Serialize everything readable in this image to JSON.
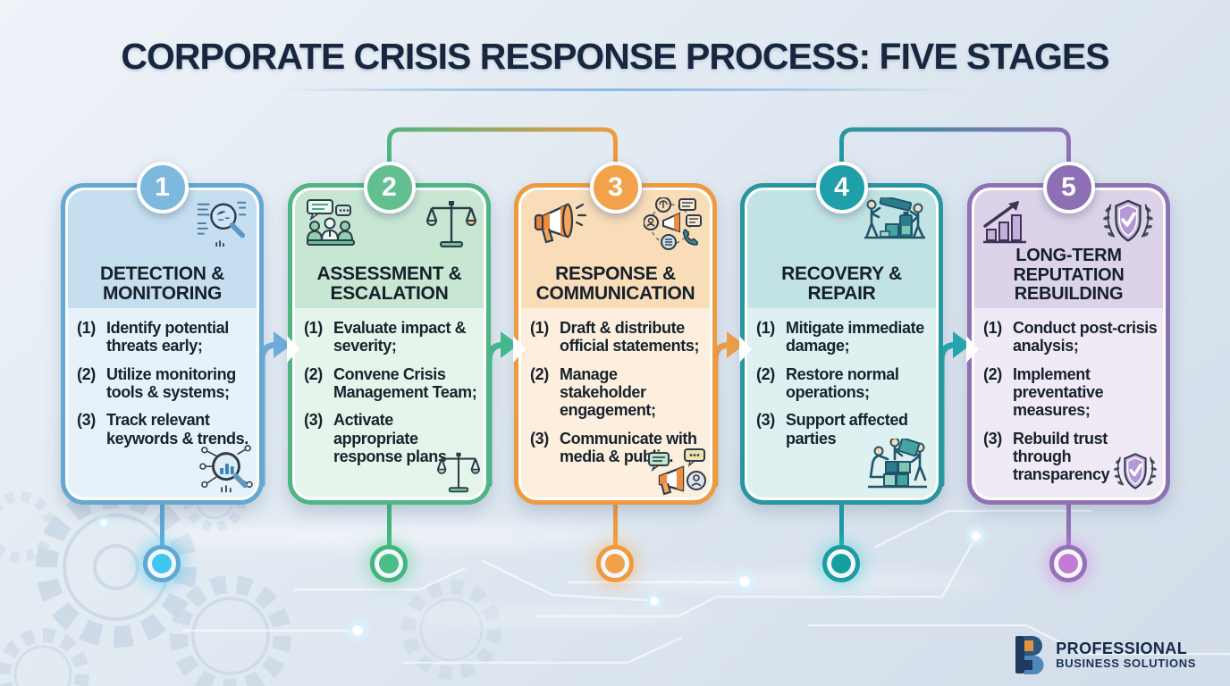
{
  "title": "CORPORATE CRISIS RESPONSE PROCESS: FIVE STAGES",
  "stages": [
    {
      "number": "1",
      "title": "DETECTION & MONITORING",
      "accent_color": "#64a9d2",
      "node_color": "#3fc6f0",
      "arrow_to_next_color": "#6fb0dd",
      "icons": {
        "header": [
          "magnifier-data-icon"
        ],
        "footer": "magnifier-chart-icon"
      },
      "items": [
        {
          "num": "(1)",
          "text": "Identify potential threats early;"
        },
        {
          "num": "(2)",
          "text": "Utilize monitoring tools & systems;"
        },
        {
          "num": "(3)",
          "text": "Track relevant keywords & trends."
        }
      ]
    },
    {
      "number": "2",
      "title": "ASSESSMENT & ESCALATION",
      "accent_color": "#4fb583",
      "node_color": "#4bbd85",
      "arrow_to_next_color": "#43bd8c",
      "icons": {
        "header": [
          "meeting-icon",
          "scales-icon"
        ],
        "footer": "scales-icon"
      },
      "items": [
        {
          "num": "(1)",
          "text": "Evaluate impact & severity;"
        },
        {
          "num": "(2)",
          "text": "Convene Crisis Management Team;"
        },
        {
          "num": "(3)",
          "text": "Activate appropriate response plans"
        }
      ]
    },
    {
      "number": "3",
      "title": "RESPONSE & COMMUNICATION",
      "accent_color": "#ef9a3e",
      "node_color": "#f2a148",
      "arrow_to_next_color": "#f2a148",
      "icons": {
        "header": [
          "megaphone-icon",
          "comms-network-icon"
        ],
        "footer": "megaphone-chat-icon"
      },
      "items": [
        {
          "num": "(1)",
          "text": "Draft & distribute official statements;"
        },
        {
          "num": "(2)",
          "text": "Manage stakeholder engagement;"
        },
        {
          "num": "(3)",
          "text": "Communicate with media & public."
        }
      ]
    },
    {
      "number": "4",
      "title": "RECOVERY & REPAIR",
      "accent_color": "#27979f",
      "node_color": "#12a0a0",
      "arrow_to_next_color": "#24a7b0",
      "icons": {
        "header": [
          "people-lifting-icon"
        ],
        "footer": "people-building-icon"
      },
      "items": [
        {
          "num": "(1)",
          "text": "Mitigate immediate damage;"
        },
        {
          "num": "(2)",
          "text": "Restore normal operations;"
        },
        {
          "num": "(3)",
          "text": "Support affected parties"
        }
      ]
    },
    {
      "number": "5",
      "title": "LONG-TERM REPUTATION REBUILDING",
      "accent_color": "#8f72b4",
      "node_color": "#c379d6",
      "arrow_to_next_color": null,
      "icons": {
        "header": [
          "chart-up-icon",
          "shield-laurel-icon"
        ],
        "footer": "shield-laurel-icon"
      },
      "items": [
        {
          "num": "(1)",
          "text": "Conduct post-crisis analysis;"
        },
        {
          "num": "(2)",
          "text": "Implement preventative measures;"
        },
        {
          "num": "(3)",
          "text": "Rebuild trust through transparency"
        }
      ]
    }
  ],
  "brand": {
    "line1": "PROFESSIONAL",
    "line2": "BUSINESS SOLUTIONS",
    "logo": "PB-monogram"
  },
  "palette": {
    "title_text": "#18273f",
    "background_top": "#eef3f8",
    "background_bottom": "#d2dde9",
    "timeline_gradient": [
      "#5aade0",
      "#4dbd82",
      "#f09d45",
      "#17a2ab",
      "#a96fc8"
    ]
  }
}
